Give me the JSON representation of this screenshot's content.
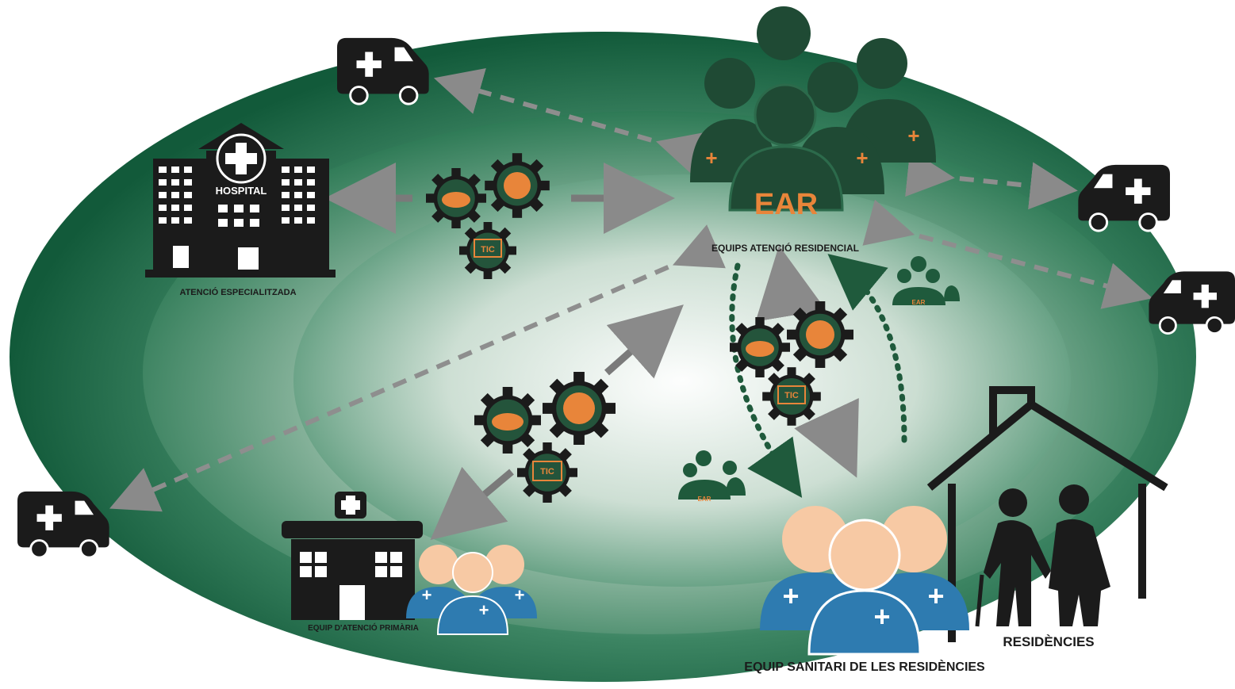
{
  "labels": {
    "ear": "EAR",
    "ear_full": "EQUIPS ATENCIÓ RESIDENCIAL",
    "hospital_sign": "HOSPITAL",
    "specialized": "ATENCIÓ ESPECIALITZADA",
    "primary": "EQUIP D'ATENCIÓ PRIMÀRIA",
    "residences": "RESIDÈNCIES",
    "residence_staff": "EQUIP SANITARI DE LES RESIDÈNCIES",
    "tic": "TIC",
    "small_ear": "EAR"
  },
  "colors": {
    "ring_outer": "#17603f",
    "ring_mid": "#2f7a56",
    "center": "#f4f8f5",
    "team_dark": "#1f4a34",
    "accent_orange": "#e8853a",
    "staff_blue": "#2e7bb0",
    "skin": "#f7c9a4",
    "icon_black": "#1b1b1b",
    "arrow_grey": "#8a8a8a"
  },
  "icons": [
    "ambulance-icon",
    "hospital-icon",
    "primary-care-center-icon",
    "residence-house-icon",
    "elderly-couple-icon",
    "gear-cluster-icon",
    "handshake-icon",
    "team-icon"
  ]
}
